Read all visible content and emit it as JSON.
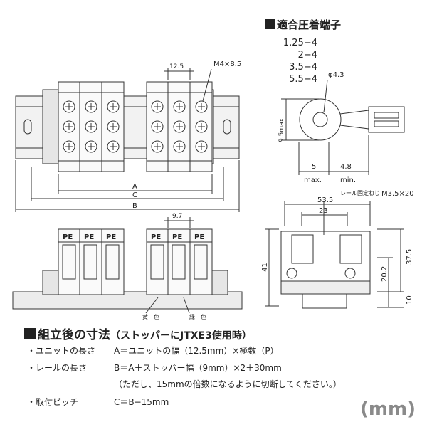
{
  "terminal_section": {
    "title": "適合圧着端子",
    "sizes": [
      "1.25−4",
      "2−4",
      "3.5−4",
      "5.5−4"
    ]
  },
  "top_view": {
    "pitch": "12.5",
    "screw": "M4×8.5",
    "dim_a": "A",
    "dim_c": "C",
    "dim_b": "B"
  },
  "lug_view": {
    "hole": "φ4.3",
    "height": "9.5max.",
    "dim1": "5",
    "dim1_note": "max.",
    "dim2": "4.8",
    "dim2_note": "min."
  },
  "front_view": {
    "pitch": "9.7",
    "pe": "PE",
    "yellow": "黄　色",
    "green": "緑　色"
  },
  "side_view": {
    "screw_note": "レール固定ねじ",
    "screw": "M3.5×20",
    "width_overall": "53.5",
    "width_inner": "23",
    "height_total": "41",
    "height_upper": "37.5",
    "height_mid": "20.2",
    "rail": "10"
  },
  "assembly": {
    "title": "組立後の寸法",
    "subtitle": "（ストッパーにJTXE3使用時）",
    "rows": [
      {
        "label": "・ユニットの長さ",
        "text": "A＝ユニットの幅（12.5mm）×極数（P）"
      },
      {
        "label": "・レールの長さ",
        "text": "B＝A＋ストッパー幅（9mm）×2＋30mm"
      },
      {
        "label": "",
        "text": "（ただし、15mmの倍数になるように切断してください。）"
      },
      {
        "label": "・取付ピッチ",
        "text": "C＝B−15mm"
      }
    ]
  },
  "unit_label": "(mm)"
}
